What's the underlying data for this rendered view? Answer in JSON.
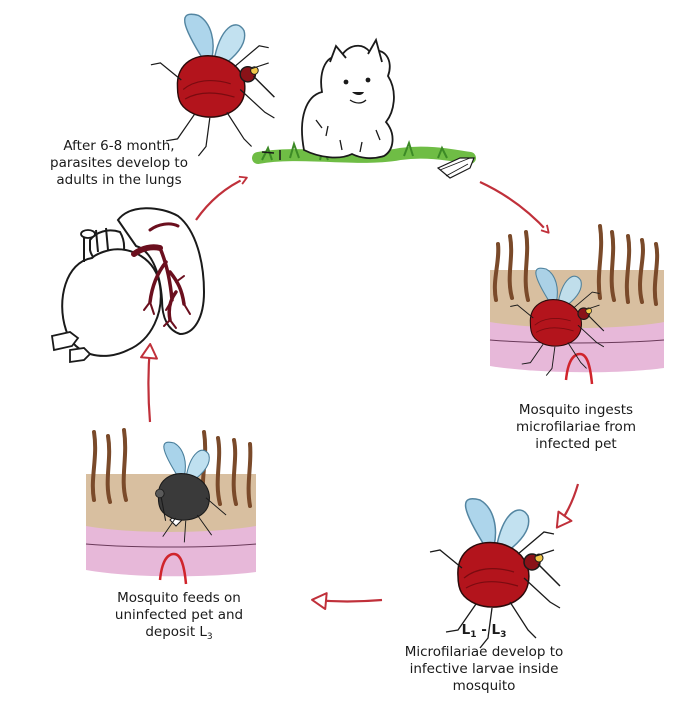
{
  "captions": {
    "adults": {
      "line1": "After 6-8 month,",
      "line2": "parasites develop to",
      "line3": "adults in the lungs"
    },
    "ingests": {
      "line1": "Mosquito ingests",
      "line2": "microfilariae from",
      "line3": "infected pet"
    },
    "develop": {
      "stage_l": "L",
      "stage_from": "1",
      "stage_dash": " - L",
      "stage_to": "3",
      "line1": "Microfilariae develop to",
      "line2": "infective larvae inside",
      "line3": "mosquito"
    },
    "feeds": {
      "line1": "Mosquito feeds on",
      "line2": "uninfected pet and",
      "line3_text": "deposit L",
      "line3_sub": "3"
    }
  },
  "icons": [
    "mosquito-icon",
    "dog-icon",
    "heart-lungs-icon",
    "skin-fur-icon",
    "cycle-arrow-icon"
  ],
  "colors": {
    "arrow": "#c0303a",
    "mosquito_body": "#b3141c",
    "wing": "#a9d3ea",
    "grass": "#6fbd45",
    "skin": "#e7b8d9",
    "fur": "#7a4a2a",
    "lung_vessels": "#6b0f1e"
  }
}
